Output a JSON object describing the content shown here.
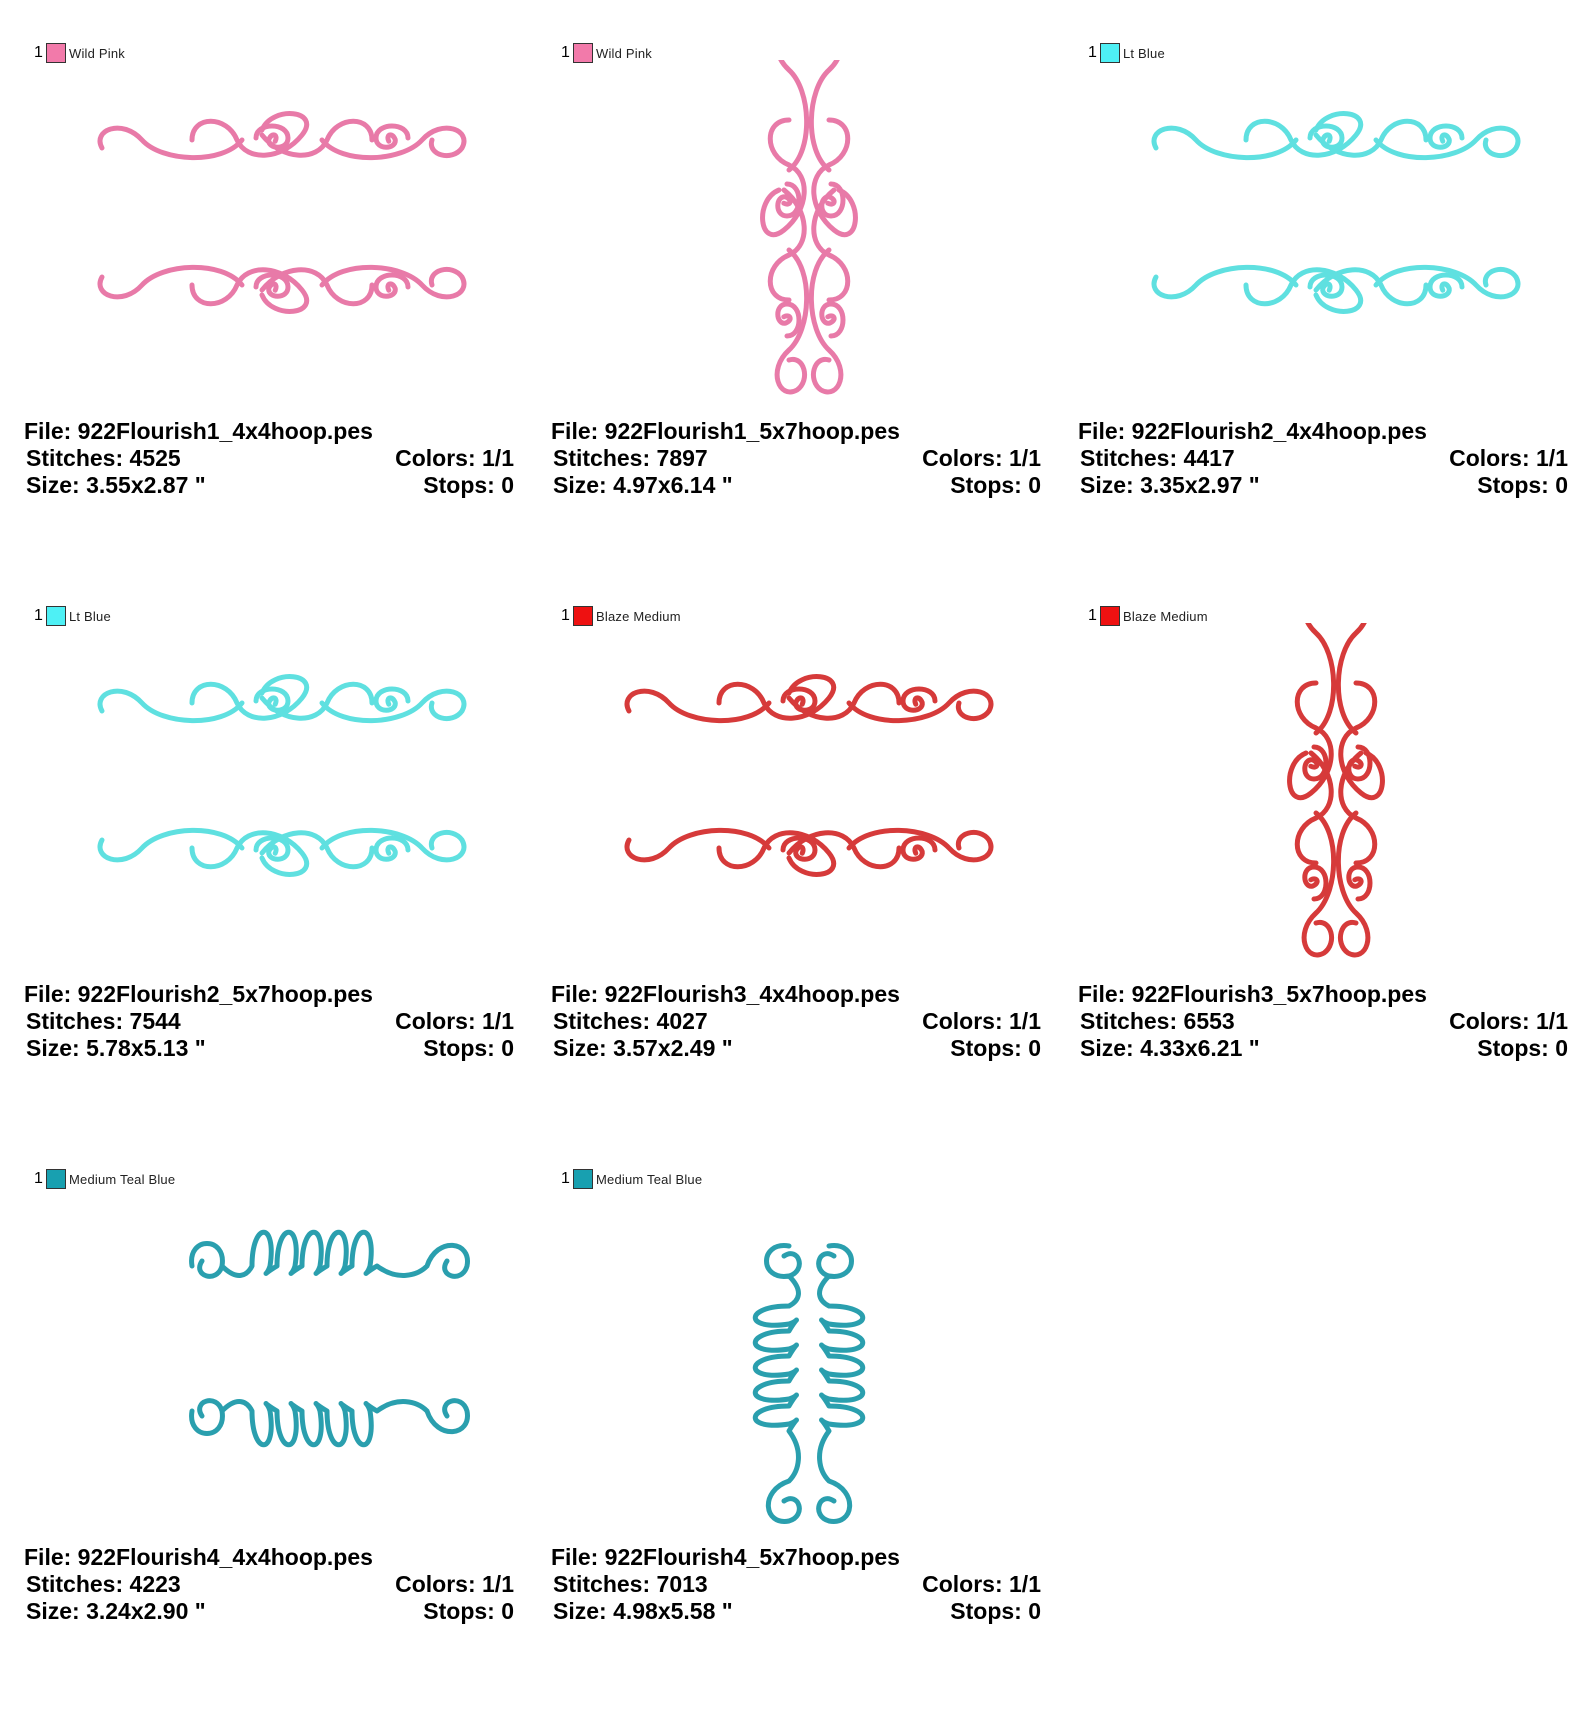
{
  "labels": {
    "file": "File: ",
    "stitches": "Stitches: ",
    "colors": "Colors: ",
    "size": "Size: ",
    "stops": "Stops: "
  },
  "designs": [
    {
      "color_num": "1",
      "color_name": "Wild Pink",
      "color_hex": "#e87aa8",
      "swatch_hex": "#f27aaa",
      "motif": "flourish1-pair-horizontal",
      "file": "922Flourish1_4x4hoop.pes",
      "stitches": "4525",
      "colors": "1/1",
      "size": "3.55x2.87 \"",
      "stops": "0"
    },
    {
      "color_num": "1",
      "color_name": "Wild Pink",
      "color_hex": "#e87aa8",
      "swatch_hex": "#f27aaa",
      "motif": "flourish1-pair-vertical",
      "file": "922Flourish1_5x7hoop.pes",
      "stitches": "7897",
      "colors": "1/1",
      "size": "4.97x6.14 \"",
      "stops": "0"
    },
    {
      "color_num": "1",
      "color_name": "Lt Blue",
      "color_hex": "#5fe0e0",
      "swatch_hex": "#4ef0f5",
      "motif": "flourish2-pair-horizontal",
      "file": "922Flourish2_4x4hoop.pes",
      "stitches": "4417",
      "colors": "1/1",
      "size": "3.35x2.97 \"",
      "stops": "0"
    },
    {
      "color_num": "1",
      "color_name": "Lt Blue",
      "color_hex": "#5fe0e0",
      "swatch_hex": "#4ef0f5",
      "motif": "flourish2-pair-horizontal",
      "file": "922Flourish2_5x7hoop.pes",
      "stitches": "7544",
      "colors": "1/1",
      "size": "5.78x5.13 \"",
      "stops": "0"
    },
    {
      "color_num": "1",
      "color_name": "Blaze Medium",
      "color_hex": "#d63a3a",
      "swatch_hex": "#ee1111",
      "motif": "flourish3-pair-horizontal",
      "file": "922Flourish3_4x4hoop.pes",
      "stitches": "4027",
      "colors": "1/1",
      "size": "3.57x2.49 \"",
      "stops": "0"
    },
    {
      "color_num": "1",
      "color_name": "Blaze Medium",
      "color_hex": "#d63a3a",
      "swatch_hex": "#ee1111",
      "motif": "flourish3-pair-vertical",
      "file": "922Flourish3_5x7hoop.pes",
      "stitches": "6553",
      "colors": "1/1",
      "size": "4.33x6.21 \"",
      "stops": "0"
    },
    {
      "color_num": "1",
      "color_name": "Medium Teal Blue",
      "color_hex": "#2a9fae",
      "swatch_hex": "#18a0b0",
      "motif": "flourish4-pair-horizontal",
      "file": "922Flourish4_4x4hoop.pes",
      "stitches": "4223",
      "colors": "1/1",
      "size": "3.24x2.90 \"",
      "stops": "0"
    },
    {
      "color_num": "1",
      "color_name": "Medium Teal Blue",
      "color_hex": "#2a9fae",
      "swatch_hex": "#18a0b0",
      "motif": "flourish4-pair-vertical",
      "file": "922Flourish4_5x7hoop.pes",
      "stitches": "7013",
      "colors": "1/1",
      "size": "4.98x5.58 \"",
      "stops": "0"
    }
  ]
}
